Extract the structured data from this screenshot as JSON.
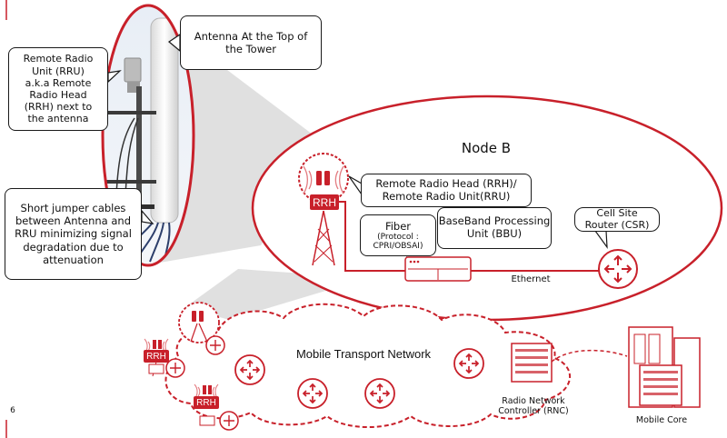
{
  "page_number": "6",
  "node_b": {
    "title": "Node B",
    "rrh_label": "RRH",
    "rrh_callout": "Remote Radio Head (RRH)/\nRemote Radio Unit(RRU)",
    "fiber_title": "Fiber",
    "fiber_protocol": "(Protocol :\nCPRI/OBSAI)",
    "bbu_callout": "BaseBand Processing\nUnit (BBU)",
    "csr_callout": "Cell Site\nRouter (CSR)",
    "ethernet_label": "Ethernet"
  },
  "photo_callouts": {
    "antenna_top": "Antenna At the Top of\nthe Tower",
    "rru_desc": "Remote Radio\nUnit (RRU)\na.k.a Remote\nRadio Head\n(RRH) next to\nthe antenna",
    "jumper_desc": "Short jumper cables\nbetween Antenna and\nRRU minimizing signal\ndegradation due to\nattenuation"
  },
  "network": {
    "cloud_title": "Mobile Transport Network",
    "rrh_left": "RRH",
    "rrh_bottom": "RRH",
    "rnc_label": "Radio Network\nController (RNC)",
    "core_label": "Mobile Core"
  },
  "colors": {
    "accent_red": "#c8202a",
    "callout_border": "#1a1a1a",
    "zoom_gray": "#cfcfcf",
    "cloud_fill": "#ffffff"
  },
  "icons": [
    "router-icon",
    "antenna-icon",
    "rrh-box-icon",
    "bbu-device-icon",
    "tower-icon",
    "server-rack-icon"
  ]
}
